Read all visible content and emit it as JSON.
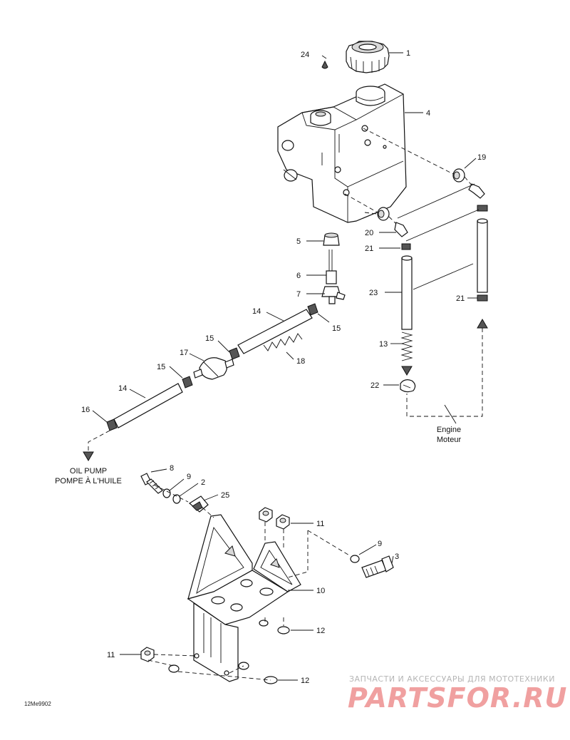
{
  "callouts": [
    {
      "id": "c1",
      "label": "1"
    },
    {
      "id": "c24",
      "label": "24"
    },
    {
      "id": "c4",
      "label": "4"
    },
    {
      "id": "c19",
      "label": "19"
    },
    {
      "id": "c20",
      "label": "20"
    },
    {
      "id": "c5",
      "label": "5"
    },
    {
      "id": "c21a",
      "label": "21"
    },
    {
      "id": "c6",
      "label": "6"
    },
    {
      "id": "c23",
      "label": "23"
    },
    {
      "id": "c21b",
      "label": "21"
    },
    {
      "id": "c7",
      "label": "7"
    },
    {
      "id": "c14a",
      "label": "14"
    },
    {
      "id": "c15a",
      "label": "15"
    },
    {
      "id": "c15b",
      "label": "15"
    },
    {
      "id": "c13",
      "label": "13"
    },
    {
      "id": "c17",
      "label": "17"
    },
    {
      "id": "c18",
      "label": "18"
    },
    {
      "id": "c15c",
      "label": "15"
    },
    {
      "id": "c22",
      "label": "22"
    },
    {
      "id": "c14b",
      "label": "14"
    },
    {
      "id": "c16",
      "label": "16"
    },
    {
      "id": "c8",
      "label": "8"
    },
    {
      "id": "c9a",
      "label": "9"
    },
    {
      "id": "c2",
      "label": "2"
    },
    {
      "id": "c25",
      "label": "25"
    },
    {
      "id": "c11a",
      "label": "11"
    },
    {
      "id": "c9b",
      "label": "9"
    },
    {
      "id": "c3",
      "label": "3"
    },
    {
      "id": "c10",
      "label": "10"
    },
    {
      "id": "c12a",
      "label": "12"
    },
    {
      "id": "c11b",
      "label": "11"
    },
    {
      "id": "c12b",
      "label": "12"
    }
  ],
  "captions": {
    "engine_en": "Engine",
    "engine_fr": "Moteur",
    "oil_pump_en": "OIL PUMP",
    "oil_pump_fr": "POMPE À L'HUILE"
  },
  "figure_code": "12Me9902",
  "watermark": {
    "top_line": "ЗАПЧАСТИ И АКСЕССУАРЫ ДЛЯ МОТОТЕХНИКИ",
    "logo": "PARTSFOR.RU"
  }
}
